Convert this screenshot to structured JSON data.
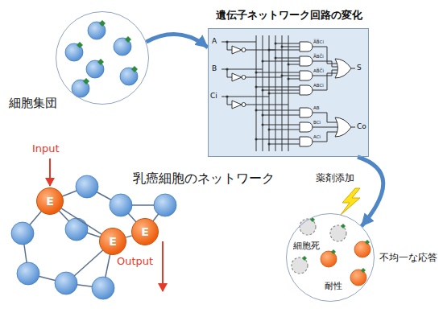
{
  "diagram": {
    "nodes": [
      {
        "text": [
          "細胞集団"
        ]
      },
      {
        "text": [
          "遺伝子ネットワーク回路の変化"
        ]
      },
      {
        "text": [
          "不均一な応答",
          "細胞死",
          "耐性"
        ]
      },
      {
        "text": [
          "E"
        ]
      },
      {
        "text": [
          "E"
        ]
      },
      {
        "text": [
          "E"
        ]
      }
    ],
    "edges": [
      {
        "from": 0,
        "to": 1,
        "arrow": "to"
      },
      {
        "from": 1,
        "to": 2,
        "arrow": "to"
      },
      {
        "from": 3,
        "to": 4,
        "arrow": "none"
      },
      {
        "from": 4,
        "to": 5,
        "arrow": "none"
      }
    ],
    "labels": [
      "Input",
      "Output",
      "乳癌細胞のネットワーク",
      "薬剤添加",
      "A",
      "B",
      "Ci",
      "S",
      "Co",
      "A̅B̅Ci",
      "A̅BC̅i",
      "AB̅C̅i",
      "ABCi",
      "AB",
      "BCi",
      "ACi"
    ]
  }
}
